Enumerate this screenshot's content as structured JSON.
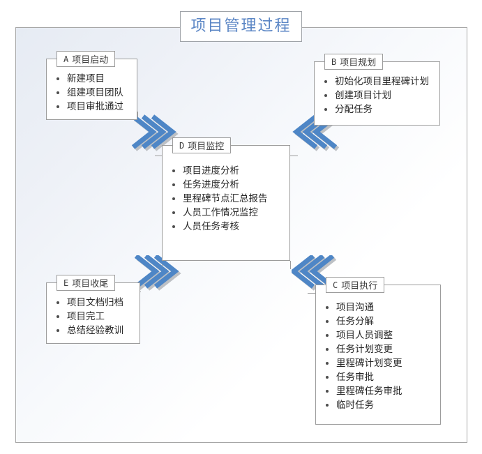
{
  "diagram": {
    "title": "项目管理过程",
    "frame_border_color": "#a6a6a6",
    "accent_color": "#5b86c5",
    "chevron_color": "#4e86c6",
    "chevron_shadow_color": "#b9bcc0",
    "phases": [
      {
        "id": "A",
        "code": "A",
        "name": "项目启动",
        "items": [
          "新建项目",
          "组建项目团队",
          "项目审批通过"
        ]
      },
      {
        "id": "B",
        "code": "B",
        "name": "项目规划",
        "items": [
          "初始化项目里程碑计划",
          "创建项目计划",
          "分配任务"
        ]
      },
      {
        "id": "D",
        "code": "D",
        "name": "项目监控",
        "items": [
          "项目进度分析",
          "任务进度分析",
          "里程碑节点汇总报告",
          "人员工作情况监控",
          "人员任务考核"
        ]
      },
      {
        "id": "E",
        "code": "E",
        "name": "项目收尾",
        "items": [
          "项目文档归档",
          "项目完工",
          "总结经验教训"
        ]
      },
      {
        "id": "C",
        "code": "C",
        "name": "项目执行",
        "items": [
          "项目沟通",
          "任务分解",
          "项目人员调整",
          "任务计划变更",
          "里程碑计划变更",
          "任务审批",
          "里程碑任务审批",
          "临时任务"
        ]
      }
    ],
    "connectors": [
      {
        "name": "connector-a-to-d",
        "from": "A",
        "to": "D",
        "direction": "down-right"
      },
      {
        "name": "connector-b-to-d",
        "from": "B",
        "to": "D",
        "direction": "down-left"
      },
      {
        "name": "connector-d-to-e",
        "from": "D",
        "to": "E",
        "direction": "down-left"
      },
      {
        "name": "connector-d-to-c",
        "from": "D",
        "to": "C",
        "direction": "down-right"
      }
    ]
  }
}
